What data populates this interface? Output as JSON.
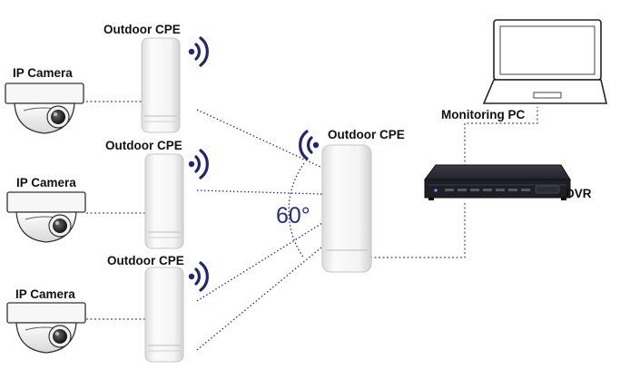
{
  "labels": {
    "cpe_top": "Outdoor CPE",
    "cpe_mid": "Outdoor CPE",
    "cpe_bot": "Outdoor CPE",
    "cpe_center": "Outdoor CPE",
    "camera_top": "IP Camera",
    "camera_mid": "IP Camera",
    "camera_bot": "IP Camera",
    "pc": "Monitoring PC",
    "dvr": "DVR",
    "angle": "60°"
  },
  "icons": [
    "wifi-signal-icon",
    "ip-camera-icon",
    "outdoor-cpe-icon",
    "dvr-icon",
    "laptop-icon"
  ],
  "colors": {
    "accent": "#2b2f7a",
    "device_body": "#f2f2f2",
    "dvr_body": "#1e1f26"
  }
}
